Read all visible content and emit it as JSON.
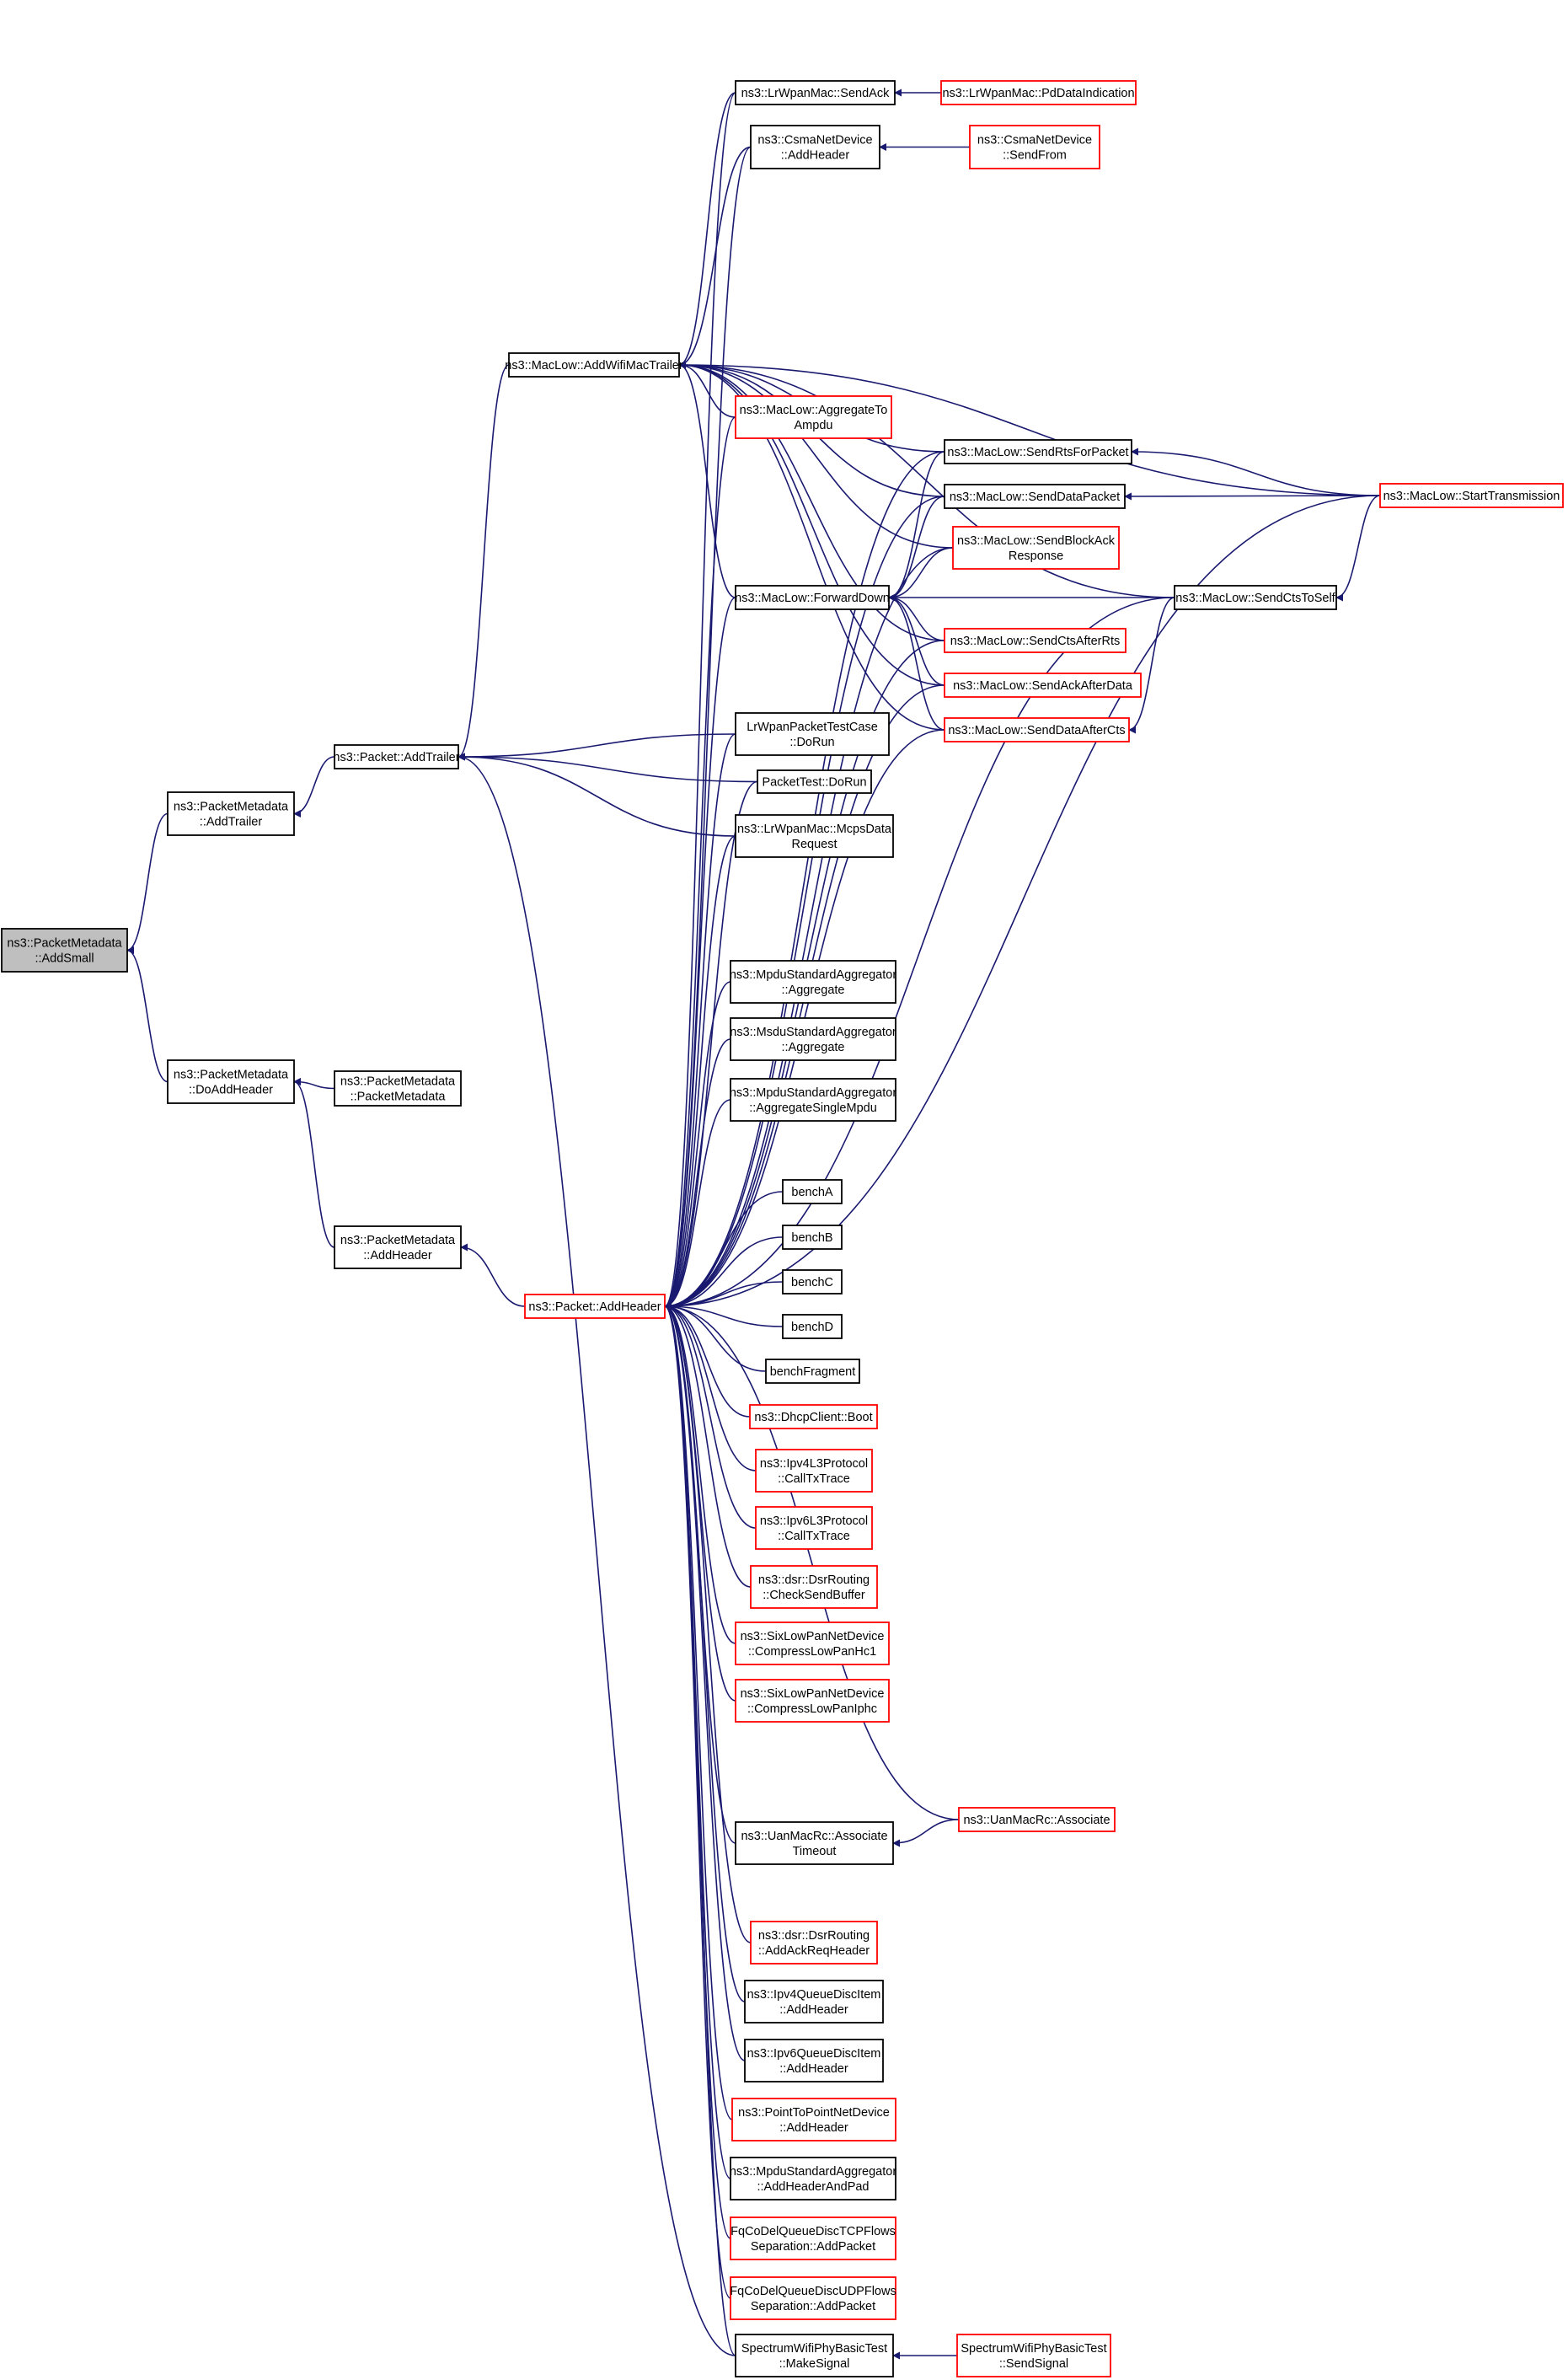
{
  "colors": {
    "edge": "#191970",
    "border_black": "#000000",
    "border_red": "#ff0000",
    "fill_focus": "#bfbfbf",
    "fill": "#ffffff"
  },
  "nodes": [
    {
      "id": "n0",
      "lines": [
        "ns3::PacketMetadata",
        "::AddSmall"
      ],
      "border": "black",
      "focus": true
    },
    {
      "id": "n1",
      "lines": [
        "ns3::PacketMetadata",
        "::AddTrailer"
      ],
      "border": "black"
    },
    {
      "id": "n2",
      "lines": [
        "ns3::PacketMetadata",
        "::DoAddHeader"
      ],
      "border": "black"
    },
    {
      "id": "n3",
      "lines": [
        "ns3::Packet::AddTrailer"
      ],
      "border": "black"
    },
    {
      "id": "n4",
      "lines": [
        "ns3::PacketMetadata",
        "::PacketMetadata"
      ],
      "border": "black"
    },
    {
      "id": "n5",
      "lines": [
        "ns3::PacketMetadata",
        "::AddHeader"
      ],
      "border": "black"
    },
    {
      "id": "n6",
      "lines": [
        "ns3::MacLow::AddWifiMacTrailer"
      ],
      "border": "black"
    },
    {
      "id": "n7",
      "lines": [
        "ns3::Packet::AddHeader"
      ],
      "border": "red"
    },
    {
      "id": "n8",
      "lines": [
        "ns3::LrWpanMac::SendAck"
      ],
      "border": "black"
    },
    {
      "id": "n9",
      "lines": [
        "ns3::CsmaNetDevice",
        "::AddHeader"
      ],
      "border": "black"
    },
    {
      "id": "n10",
      "lines": [
        "ns3::MacLow::AggregateTo",
        "Ampdu"
      ],
      "border": "red"
    },
    {
      "id": "n11",
      "lines": [
        "ns3::MacLow::ForwardDown"
      ],
      "border": "black"
    },
    {
      "id": "n12",
      "lines": [
        "LrWpanPacketTestCase",
        "::DoRun"
      ],
      "border": "black"
    },
    {
      "id": "n13",
      "lines": [
        "PacketTest::DoRun"
      ],
      "border": "black"
    },
    {
      "id": "n14",
      "lines": [
        "ns3::LrWpanMac::McpsData",
        "Request"
      ],
      "border": "black"
    },
    {
      "id": "n15",
      "lines": [
        "ns3::MpduStandardAggregator",
        "::Aggregate"
      ],
      "border": "black"
    },
    {
      "id": "n16",
      "lines": [
        "ns3::MsduStandardAggregator",
        "::Aggregate"
      ],
      "border": "black"
    },
    {
      "id": "n17",
      "lines": [
        "ns3::MpduStandardAggregator",
        "::AggregateSingleMpdu"
      ],
      "border": "black"
    },
    {
      "id": "n18",
      "lines": [
        "benchA"
      ],
      "border": "black"
    },
    {
      "id": "n19",
      "lines": [
        "benchB"
      ],
      "border": "black"
    },
    {
      "id": "n20",
      "lines": [
        "benchC"
      ],
      "border": "black"
    },
    {
      "id": "n21",
      "lines": [
        "benchD"
      ],
      "border": "black"
    },
    {
      "id": "n22",
      "lines": [
        "benchFragment"
      ],
      "border": "black"
    },
    {
      "id": "n23",
      "lines": [
        "ns3::DhcpClient::Boot"
      ],
      "border": "red"
    },
    {
      "id": "n24",
      "lines": [
        "ns3::Ipv4L3Protocol",
        "::CallTxTrace"
      ],
      "border": "red"
    },
    {
      "id": "n25",
      "lines": [
        "ns3::Ipv6L3Protocol",
        "::CallTxTrace"
      ],
      "border": "red"
    },
    {
      "id": "n26",
      "lines": [
        "ns3::dsr::DsrRouting",
        "::CheckSendBuffer"
      ],
      "border": "red"
    },
    {
      "id": "n27",
      "lines": [
        "ns3::SixLowPanNetDevice",
        "::CompressLowPanHc1"
      ],
      "border": "red"
    },
    {
      "id": "n28",
      "lines": [
        "ns3::SixLowPanNetDevice",
        "::CompressLowPanIphc"
      ],
      "border": "red"
    },
    {
      "id": "n29",
      "lines": [
        "ns3::UanMacRc::Associate",
        "Timeout"
      ],
      "border": "black"
    },
    {
      "id": "n30",
      "lines": [
        "ns3::dsr::DsrRouting",
        "::AddAckReqHeader"
      ],
      "border": "red"
    },
    {
      "id": "n31",
      "lines": [
        "ns3::Ipv4QueueDiscItem",
        "::AddHeader"
      ],
      "border": "black"
    },
    {
      "id": "n32",
      "lines": [
        "ns3::Ipv6QueueDiscItem",
        "::AddHeader"
      ],
      "border": "black"
    },
    {
      "id": "n33",
      "lines": [
        "ns3::PointToPointNetDevice",
        "::AddHeader"
      ],
      "border": "red"
    },
    {
      "id": "n34",
      "lines": [
        "ns3::MpduStandardAggregator",
        "::AddHeaderAndPad"
      ],
      "border": "black"
    },
    {
      "id": "n35",
      "lines": [
        "FqCoDelQueueDiscTCPFlows",
        "Separation::AddPacket"
      ],
      "border": "red"
    },
    {
      "id": "n36",
      "lines": [
        "FqCoDelQueueDiscUDPFlows",
        "Separation::AddPacket"
      ],
      "border": "red"
    },
    {
      "id": "n37",
      "lines": [
        "SpectrumWifiPhyBasicTest",
        "::MakeSignal"
      ],
      "border": "black"
    },
    {
      "id": "n38",
      "lines": [
        "ns3::LrWpanMac::PdDataIndication"
      ],
      "border": "red"
    },
    {
      "id": "n39",
      "lines": [
        "ns3::CsmaNetDevice",
        "::SendFrom"
      ],
      "border": "red"
    },
    {
      "id": "n40",
      "lines": [
        "ns3::MacLow::SendRtsForPacket"
      ],
      "border": "black"
    },
    {
      "id": "n41",
      "lines": [
        "ns3::MacLow::SendDataPacket"
      ],
      "border": "black"
    },
    {
      "id": "n42",
      "lines": [
        "ns3::MacLow::SendBlockAck",
        "Response"
      ],
      "border": "red"
    },
    {
      "id": "n43",
      "lines": [
        "ns3::MacLow::SendCtsAfterRts"
      ],
      "border": "red"
    },
    {
      "id": "n44",
      "lines": [
        "ns3::MacLow::SendAckAfterData"
      ],
      "border": "red"
    },
    {
      "id": "n45",
      "lines": [
        "ns3::MacLow::SendDataAfterCts"
      ],
      "border": "red"
    },
    {
      "id": "n46",
      "lines": [
        "ns3::UanMacRc::Associate"
      ],
      "border": "red"
    },
    {
      "id": "n47",
      "lines": [
        "SpectrumWifiPhyBasicTest",
        "::SendSignal"
      ],
      "border": "red"
    },
    {
      "id": "n48",
      "lines": [
        "ns3::MacLow::SendCtsToSelf"
      ],
      "border": "black"
    },
    {
      "id": "n49",
      "lines": [
        "ns3::MacLow::StartTransmission"
      ],
      "border": "red"
    }
  ],
  "edges": [
    [
      "n0",
      "n1"
    ],
    [
      "n0",
      "n2"
    ],
    [
      "n1",
      "n3"
    ],
    [
      "n2",
      "n4"
    ],
    [
      "n2",
      "n5"
    ],
    [
      "n5",
      "n7"
    ],
    [
      "n3",
      "n6"
    ],
    [
      "n3",
      "n12"
    ],
    [
      "n3",
      "n13"
    ],
    [
      "n3",
      "n14"
    ],
    [
      "n3",
      "n37"
    ],
    [
      "n6",
      "n8"
    ],
    [
      "n6",
      "n9"
    ],
    [
      "n6",
      "n10"
    ],
    [
      "n6",
      "n11"
    ],
    [
      "n6",
      "n40"
    ],
    [
      "n6",
      "n41"
    ],
    [
      "n6",
      "n42"
    ],
    [
      "n6",
      "n43"
    ],
    [
      "n6",
      "n44"
    ],
    [
      "n6",
      "n45"
    ],
    [
      "n6",
      "n48"
    ],
    [
      "n6",
      "n49"
    ],
    [
      "n8",
      "n38"
    ],
    [
      "n9",
      "n39"
    ],
    [
      "n11",
      "n40"
    ],
    [
      "n11",
      "n41"
    ],
    [
      "n11",
      "n42"
    ],
    [
      "n11",
      "n43"
    ],
    [
      "n11",
      "n44"
    ],
    [
      "n11",
      "n45"
    ],
    [
      "n11",
      "n48"
    ],
    [
      "n40",
      "n49"
    ],
    [
      "n41",
      "n49"
    ],
    [
      "n48",
      "n49"
    ],
    [
      "n45",
      "n48"
    ],
    [
      "n7",
      "n8"
    ],
    [
      "n7",
      "n9"
    ],
    [
      "n7",
      "n10"
    ],
    [
      "n7",
      "n11"
    ],
    [
      "n7",
      "n12"
    ],
    [
      "n7",
      "n13"
    ],
    [
      "n7",
      "n14"
    ],
    [
      "n7",
      "n15"
    ],
    [
      "n7",
      "n16"
    ],
    [
      "n7",
      "n17"
    ],
    [
      "n7",
      "n18"
    ],
    [
      "n7",
      "n19"
    ],
    [
      "n7",
      "n20"
    ],
    [
      "n7",
      "n21"
    ],
    [
      "n7",
      "n22"
    ],
    [
      "n7",
      "n23"
    ],
    [
      "n7",
      "n24"
    ],
    [
      "n7",
      "n25"
    ],
    [
      "n7",
      "n26"
    ],
    [
      "n7",
      "n27"
    ],
    [
      "n7",
      "n28"
    ],
    [
      "n7",
      "n29"
    ],
    [
      "n7",
      "n30"
    ],
    [
      "n7",
      "n31"
    ],
    [
      "n7",
      "n32"
    ],
    [
      "n7",
      "n33"
    ],
    [
      "n7",
      "n34"
    ],
    [
      "n7",
      "n35"
    ],
    [
      "n7",
      "n36"
    ],
    [
      "n7",
      "n37"
    ],
    [
      "n7",
      "n40"
    ],
    [
      "n7",
      "n41"
    ],
    [
      "n7",
      "n42"
    ],
    [
      "n7",
      "n43"
    ],
    [
      "n7",
      "n44"
    ],
    [
      "n7",
      "n45"
    ],
    [
      "n7",
      "n46"
    ],
    [
      "n7",
      "n48"
    ],
    [
      "n7",
      "n49"
    ],
    [
      "n29",
      "n46"
    ],
    [
      "n37",
      "n47"
    ]
  ]
}
